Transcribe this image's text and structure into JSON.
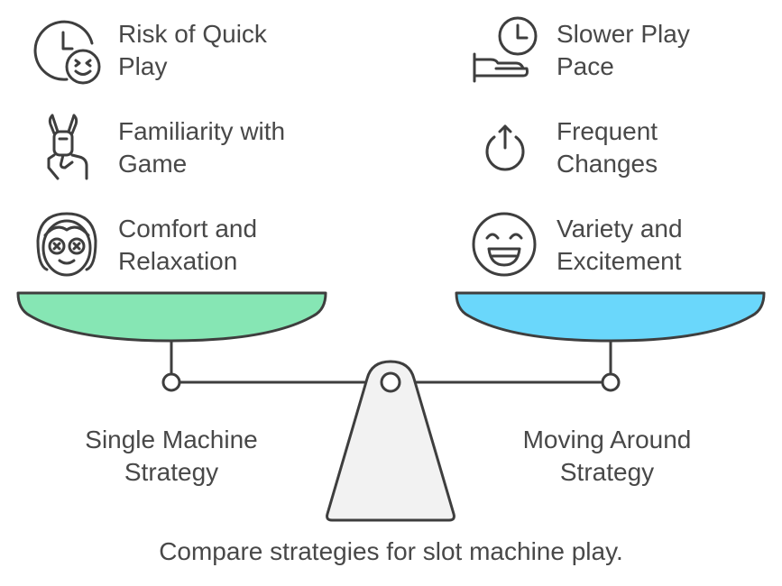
{
  "left": {
    "items": [
      {
        "icon": "clock-dizzy-face-icon",
        "line1": "Risk of Quick",
        "line2": "Play"
      },
      {
        "icon": "peace-hand-icon",
        "line1": "Familiarity with",
        "line2": "Game"
      },
      {
        "icon": "relaxed-face-mask-icon",
        "line1": "Comfort and",
        "line2": "Relaxation"
      }
    ],
    "label_line1": "Single Machine",
    "label_line2": "Strategy",
    "pan_color": "#86e6b4"
  },
  "right": {
    "items": [
      {
        "icon": "clock-hand-icon",
        "line1": "Slower Play",
        "line2": "Pace"
      },
      {
        "icon": "power-icon",
        "line1": "Frequent",
        "line2": "Changes"
      },
      {
        "icon": "laughing-face-icon",
        "line1": "Variety and",
        "line2": "Excitement"
      }
    ],
    "label_line1": "Moving Around",
    "label_line2": "Strategy",
    "pan_color": "#6ad7fb"
  },
  "caption": "Compare strategies for slot machine play.",
  "colors": {
    "stroke": "#3e3e3e",
    "text": "#484848",
    "stand": "#f2f2f2"
  }
}
